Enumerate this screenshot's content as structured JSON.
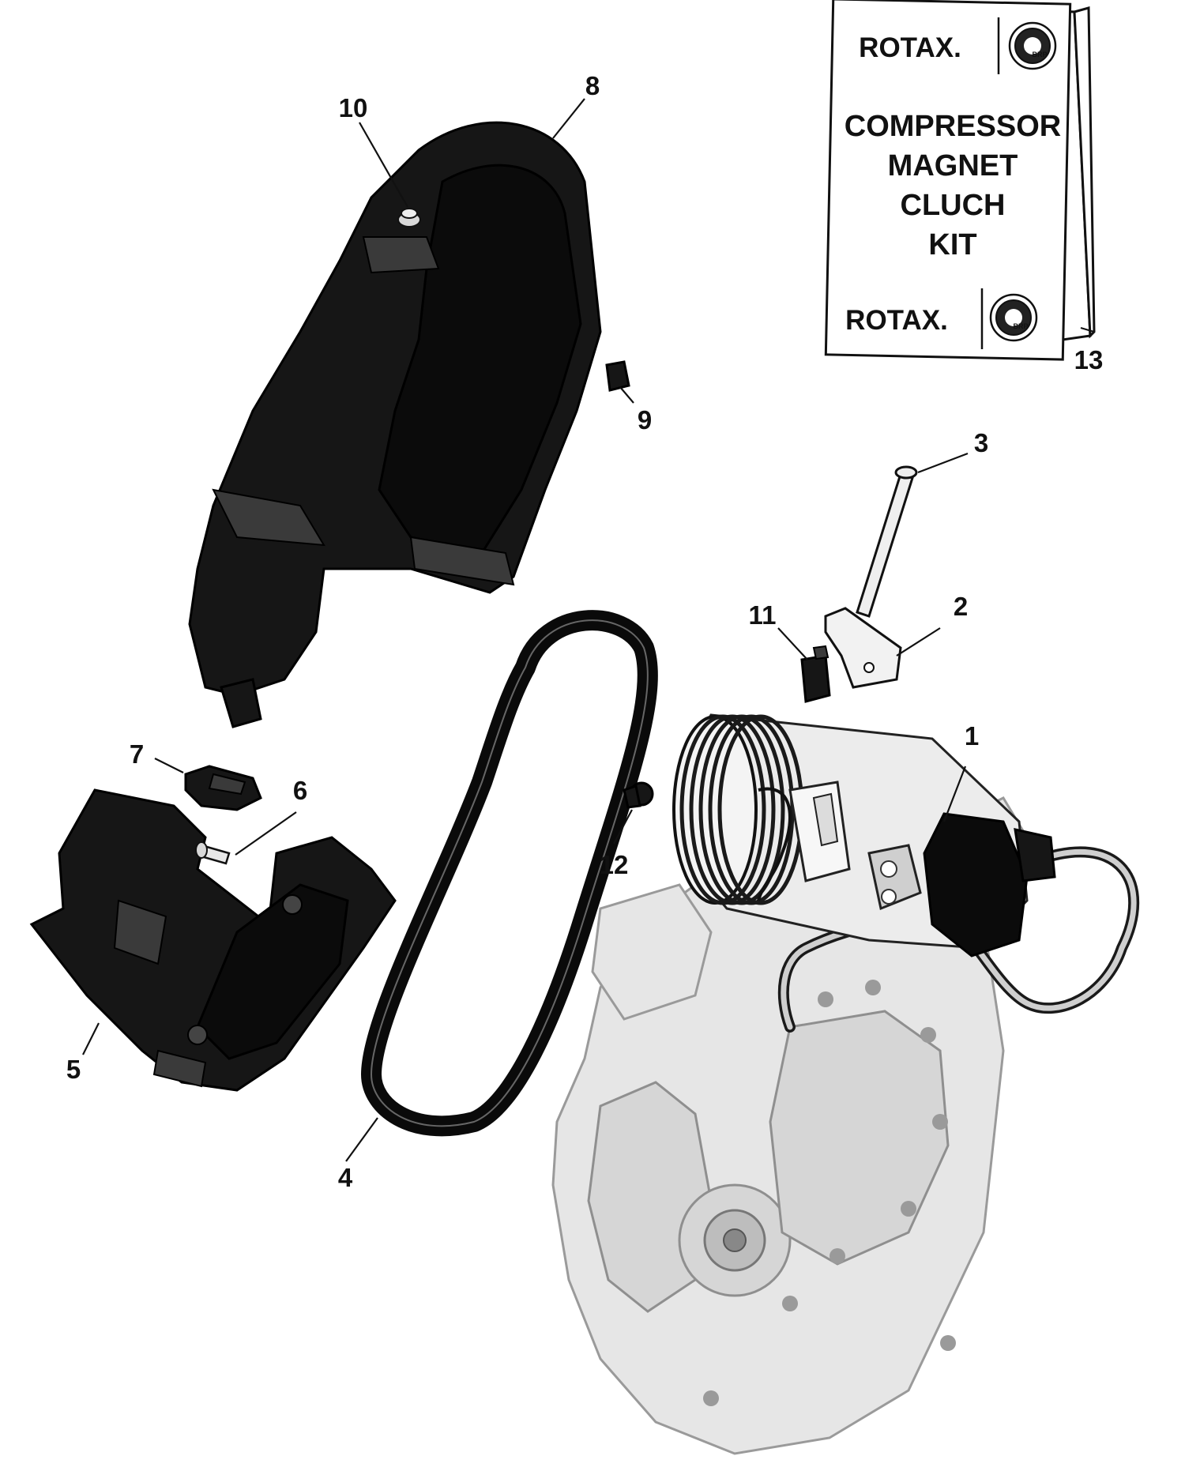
{
  "kit_card": {
    "brand_top": "ROTAX.",
    "badge_top": "BRP",
    "title_lines": [
      "COMPRESSOR",
      "MAGNET",
      "CLUCH",
      "KIT"
    ],
    "brand_bottom": "ROTAX.",
    "badge_bottom": "BRP"
  },
  "callouts": {
    "c1": "1",
    "c2": "2",
    "c3": "3",
    "c4": "4",
    "c5": "5",
    "c6": "6",
    "c7": "7",
    "c8": "8",
    "c9": "9",
    "c10": "10",
    "c11": "11",
    "c12": "12",
    "c13": "13"
  }
}
